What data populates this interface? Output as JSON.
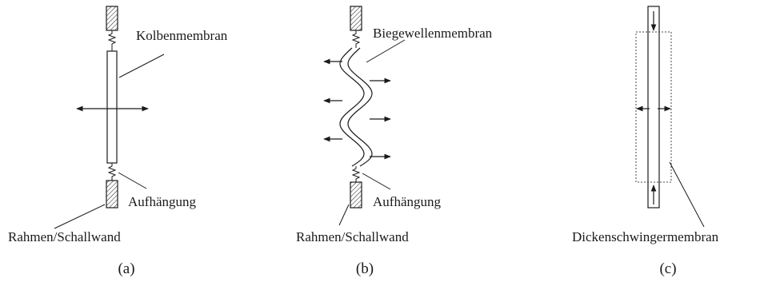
{
  "panel_a": {
    "membrane_label": "Kolbenmembran",
    "suspension_label": "Aufhängung",
    "frame_label": "Rahmen/Schallwand",
    "caption": "(a)"
  },
  "panel_b": {
    "membrane_label": "Biegewellenmembran",
    "suspension_label": "Aufhängung",
    "frame_label": "Rahmen/Schallwand",
    "caption": "(b)"
  },
  "panel_c": {
    "membrane_label": "Dickenschwingermembran",
    "caption": "(c)"
  },
  "colors": {
    "line": "#1a1a1a",
    "background": "#ffffff"
  }
}
